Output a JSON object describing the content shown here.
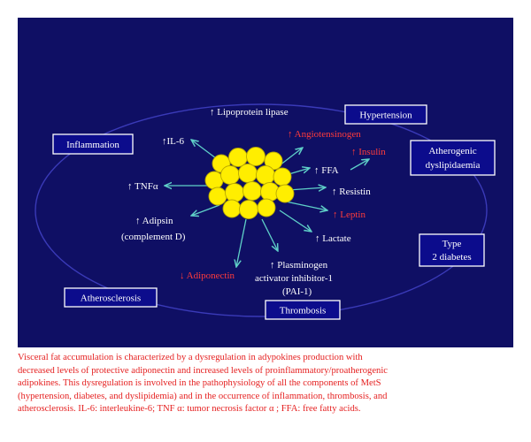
{
  "colors": {
    "panel_bg": "#0f0f64",
    "box_fill": "#0c0c8c",
    "ellipse": "#3a3ab8",
    "fat_cell": "#ffee00",
    "arrow": "#5fd0c8",
    "text_white": "#ffffff",
    "text_red": "#ff3b3b",
    "caption": "#e52020"
  },
  "boxes": {
    "hypertension": "Hypertension",
    "inflammation": "Inflammation",
    "atherogenic_line1": "Atherogenic",
    "atherogenic_line2": "dyslipidaemia",
    "type2_line1": "Type",
    "type2_line2": "2 diabetes",
    "atherosclerosis": "Atherosclerosis",
    "thrombosis": "Thrombosis"
  },
  "labels": {
    "lipoprotein_lipase": "↑ Lipoprotein lipase",
    "il6": "↑IL-6",
    "angiotensinogen": "↑ Angiotensinogen",
    "insulin": "↑ Insulin",
    "ffa": "↑ FFA",
    "tnfa": "↑ TNFα",
    "resistin": "↑ Resistin",
    "leptin": "↑ Leptin",
    "adipsin_line1": "↑ Adipsin",
    "adipsin_line2": "(complement D)",
    "lactate": "↑ Lactate",
    "pai_line1": "↑ Plasminogen",
    "pai_line2": "activator inhibitor-1",
    "pai_line3": "(PAI-1)",
    "adiponectin": "↓ Adiponectin"
  },
  "caption": {
    "lines": [
      "Visceral fat accumulation is characterized by a dysregulation in adypokines production with",
      "decreased levels of protective adiponectin and increased levels of proinflammatory/proatherogenic",
      "adipokines. This dysregulation is involved in the pathophysiology of all the components of MetS",
      "(hypertension, diabetes, and dyslipidemia) and in the occurrence of inflammation, thrombosis, and",
      "atherosclerosis. IL-6: interleukine-6; TNF α: tumor necrosis factor α ; FFA: free fatty acids."
    ]
  }
}
